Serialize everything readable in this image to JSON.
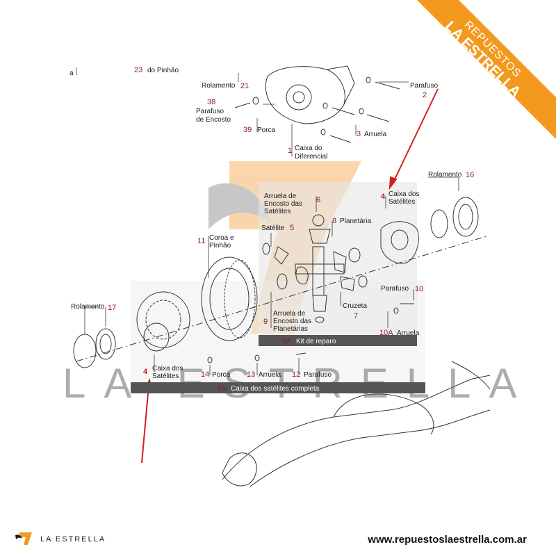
{
  "brand": {
    "ribbon_line1": "REPUESTOS",
    "ribbon_line2": "LA ESTRELLA",
    "watermark": "LA ESTRELLA",
    "footer_name": "LA ESTRELLA",
    "website": "www.repuestoslaestrella.com.ar",
    "colors": {
      "orange": "#f39a1e",
      "dark": "#1d1d1b",
      "accent_red": "#cc1111",
      "bar": "#555555"
    }
  },
  "parts": {
    "p23": {
      "num": "23",
      "label": "do Pinhão"
    },
    "p21": {
      "num": "21",
      "label": "Rolamento"
    },
    "p2": {
      "num": "2",
      "label": "Parafuso"
    },
    "p38": {
      "num": "38",
      "label1": "Parafuso",
      "label2": "de Encosto"
    },
    "p39": {
      "num": "39",
      "label": "Porca"
    },
    "p3": {
      "num": "3",
      "label": "Arruela"
    },
    "p1": {
      "num": "1",
      "label1": "Caixa do",
      "label2": "Diferencial"
    },
    "p16": {
      "num": "16",
      "label": "Rolamento"
    },
    "p4top": {
      "num": "4",
      "label1": "Caixa dos",
      "label2": "Satélites"
    },
    "p6": {
      "num": "6",
      "label1": "Arruela de",
      "label2": "Encosto das",
      "label3": "Satélites"
    },
    "p5": {
      "num": "5",
      "label": "Satélite"
    },
    "p8": {
      "num": "8",
      "label": "Planetária"
    },
    "p11": {
      "num": "11",
      "label1": "Coroa e",
      "label2": "Pinhão"
    },
    "p17": {
      "num": "17",
      "label": "Rolamento"
    },
    "p10": {
      "num": "10",
      "label": "Parafuso"
    },
    "p10a": {
      "num": "10A",
      "label": "Arruela"
    },
    "p9": {
      "num": "9",
      "label1": "Arruela de",
      "label2": "Encosto das",
      "label3": "Planetárias"
    },
    "p7": {
      "num": "7",
      "label": "Cruzeta"
    },
    "p5a": {
      "num": "5A",
      "label": "Kit de reparo"
    },
    "p4bot": {
      "num": "4",
      "label1": "Caixa dos",
      "label2": "Satélites"
    },
    "p14": {
      "num": "14",
      "label": "Porca"
    },
    "p13": {
      "num": "13",
      "label": "Arruela"
    },
    "p12": {
      "num": "12",
      "label": "Parafuso"
    },
    "p4a": {
      "num": "4A",
      "label": "Caixa dos satélites completa"
    },
    "stray": {
      "label": "a"
    }
  }
}
